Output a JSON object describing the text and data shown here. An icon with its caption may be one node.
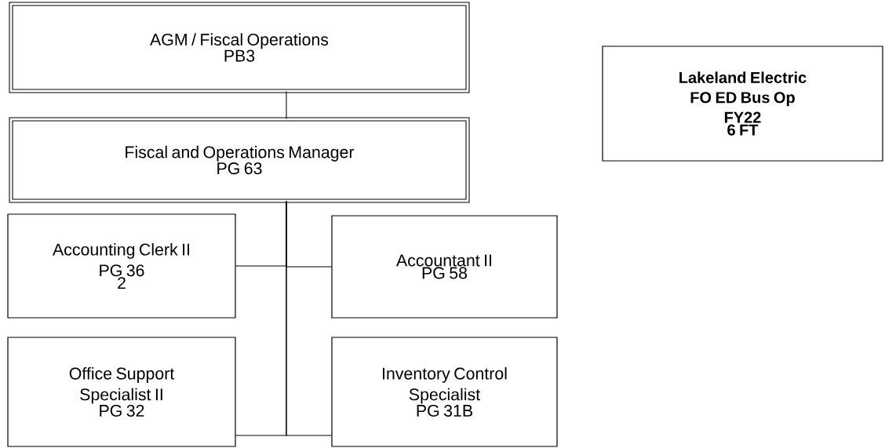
{
  "diagram": {
    "nodes": [
      {
        "text": [
          "AGM / Fiscal Operations",
          "PB3"
        ]
      },
      {
        "text": [
          "Fiscal and Operations Manager",
          "PG 63"
        ]
      },
      {
        "text": [
          "Accounting Clerk II",
          "PG 36",
          "2"
        ]
      },
      {
        "text": [
          "Accountant II",
          "PG 58"
        ]
      },
      {
        "text": [
          "Office Support Specialist II",
          "PG 32"
        ]
      },
      {
        "text": [
          "Inventory Control Specialist",
          "PG 31B"
        ]
      },
      {
        "text": [
          "Lakeland Electric",
          "FO ED Bus Op",
          "FY22",
          "6 FT"
        ]
      }
    ],
    "edges": [
      {
        "from": 0,
        "to": 1,
        "arrow": "none"
      },
      {
        "from": 1,
        "to": 2,
        "arrow": "none"
      },
      {
        "from": 1,
        "to": 3,
        "arrow": "none"
      },
      {
        "from": 1,
        "to": 4,
        "arrow": "none"
      },
      {
        "from": 1,
        "to": 5,
        "arrow": "none"
      }
    ]
  }
}
